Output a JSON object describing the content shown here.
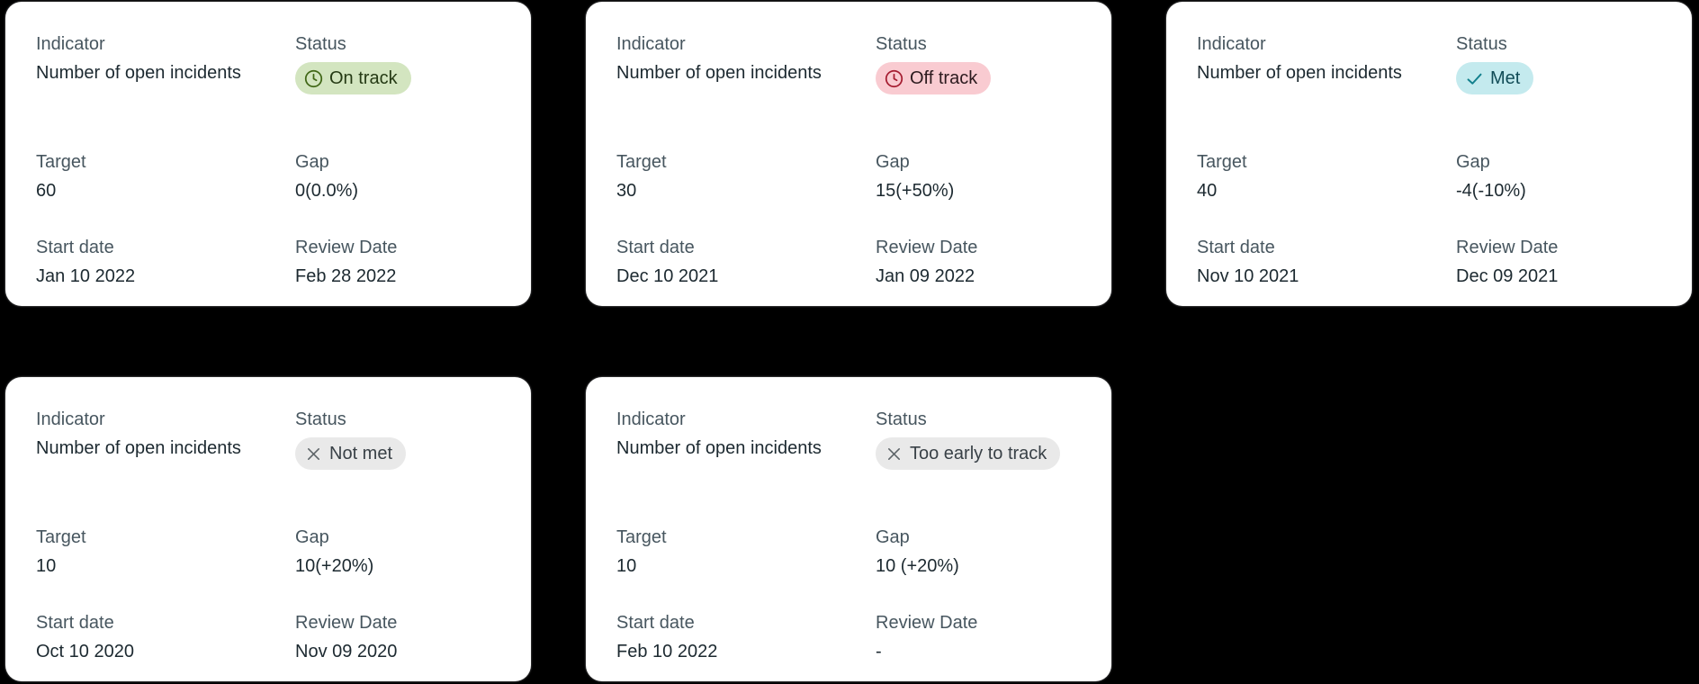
{
  "page": {
    "background": "#000000",
    "card_background": "#ffffff"
  },
  "labels": {
    "indicator": "Indicator",
    "status": "Status",
    "target": "Target",
    "gap": "Gap",
    "start_date": "Start date",
    "review_date": "Review Date"
  },
  "status_colors": {
    "on_track": {
      "background": "#d3e5c0",
      "icon": "#406716",
      "text": "#253a14"
    },
    "off_track": {
      "background": "#f9cbd1",
      "icon": "#a51c30",
      "text": "#2c1a1e"
    },
    "met": {
      "background": "#c4eaee",
      "icon": "#12808d",
      "text": "#114c57"
    },
    "neutral": {
      "background": "#e9e9e9",
      "icon": "#5d6468",
      "text": "#394147"
    }
  },
  "cards": [
    {
      "indicator": "Number of open incidents",
      "status": "On track",
      "status_icon": "clock-icon",
      "target": "60",
      "gap": "0(0.0%)",
      "start_date": "Jan 10 2022",
      "review_date": "Feb 28 2022"
    },
    {
      "indicator": "Number of open incidents",
      "status": "Off track",
      "status_icon": "clock-icon",
      "target": "30",
      "gap": "15(+50%)",
      "start_date": "Dec 10 2021",
      "review_date": "Jan 09 2022"
    },
    {
      "indicator": "Number of open incidents",
      "status": "Met",
      "status_icon": "check-icon",
      "target": "40",
      "gap": "-4(-10%)",
      "start_date": "Nov 10 2021",
      "review_date": "Dec 09 2021"
    },
    {
      "indicator": "Number of open incidents",
      "status": "Not met",
      "status_icon": "x-icon",
      "target": "10",
      "gap": "10(+20%)",
      "start_date": "Oct 10 2020",
      "review_date": "Nov 09 2020"
    },
    {
      "indicator": "Number of open incidents",
      "status": "Too early to track",
      "status_icon": "x-icon",
      "target": "10",
      "gap": "10 (+20%)",
      "start_date": "Feb 10 2022",
      "review_date": "-"
    }
  ]
}
